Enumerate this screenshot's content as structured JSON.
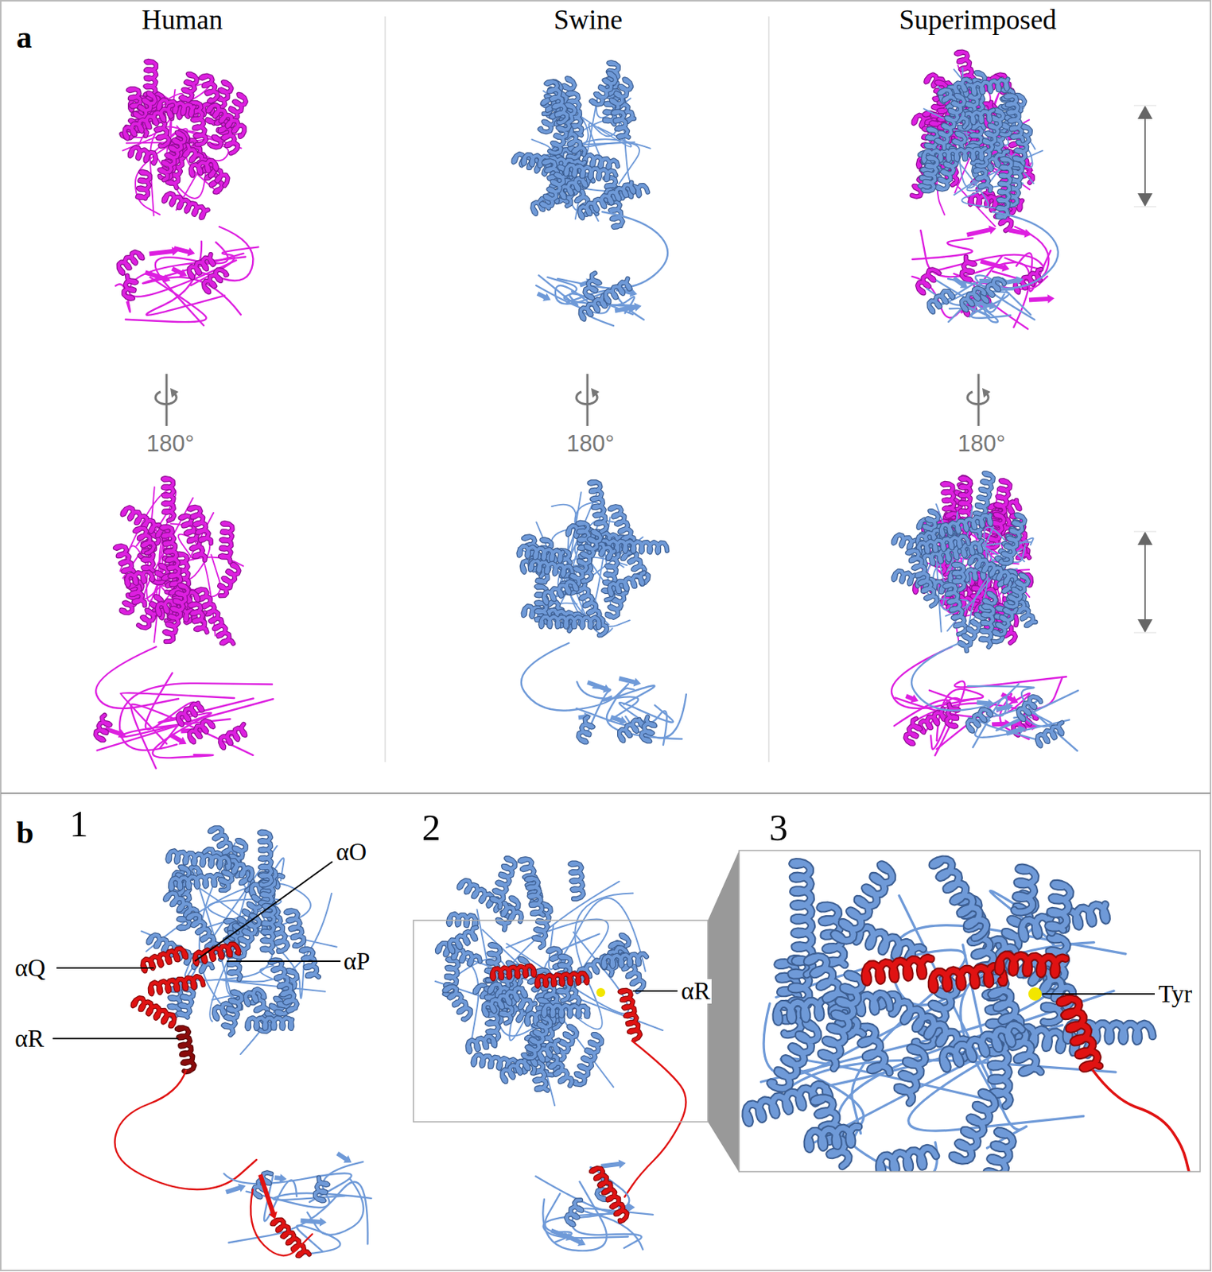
{
  "diagram": {
    "labels": [
      "a",
      "Human",
      "Swine",
      "Superimposed",
      "180°",
      "180°",
      "180°",
      "b",
      "1",
      "2",
      "3",
      "αO",
      "αQ",
      "αP",
      "αR",
      "αR",
      "Tyr"
    ]
  }
}
